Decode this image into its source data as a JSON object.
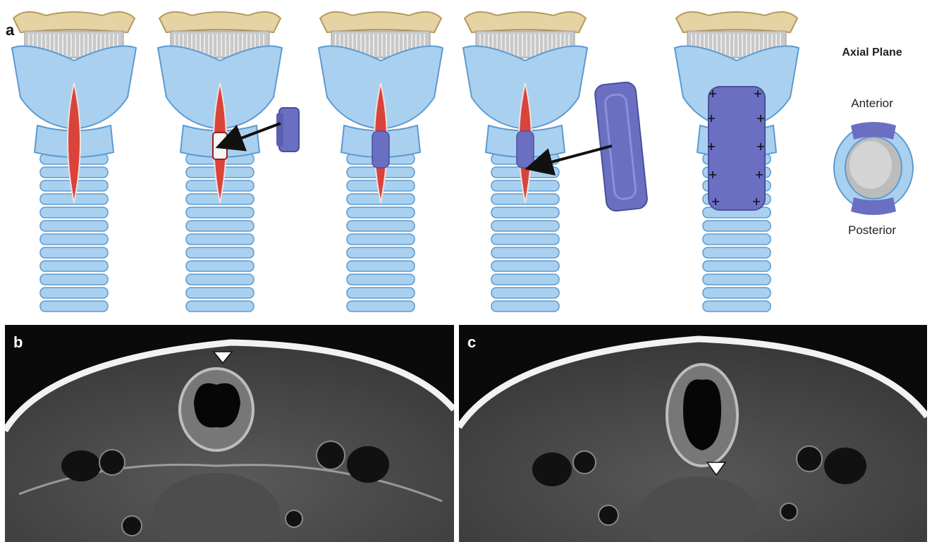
{
  "panels": {
    "a": {
      "label": "a"
    },
    "b": {
      "label": "b"
    },
    "c": {
      "label": "c"
    }
  },
  "axial": {
    "title": "Axial Plane",
    "anterior": "Anterior",
    "posterior": "Posterior"
  },
  "colors": {
    "cartilage": "#a9d0ef",
    "cartilage_edge": "#5d9ad0",
    "hyoid": "#e6d3a3",
    "membrane": "#c9c9c9",
    "incision": "#d9433a",
    "graft": "#6a6fc2",
    "arrow": "#111111"
  },
  "steps": [
    {
      "step": 1,
      "incision": true,
      "small_graft_inset": false,
      "arrow_small": false,
      "arrow_large": false,
      "large_graft_sutured": false
    },
    {
      "step": 2,
      "incision": true,
      "small_graft_inset": false,
      "arrow_small": true,
      "arrow_large": false,
      "large_graft_sutured": false
    },
    {
      "step": 3,
      "incision": true,
      "small_graft_inset": true,
      "arrow_small": false,
      "arrow_large": false,
      "large_graft_sutured": false
    },
    {
      "step": 4,
      "incision": true,
      "small_graft_inset": true,
      "arrow_small": false,
      "arrow_large": true,
      "large_graft_sutured": false
    },
    {
      "step": 5,
      "incision": false,
      "small_graft_inset": false,
      "arrow_small": false,
      "arrow_large": false,
      "large_graft_sutured": true
    }
  ]
}
